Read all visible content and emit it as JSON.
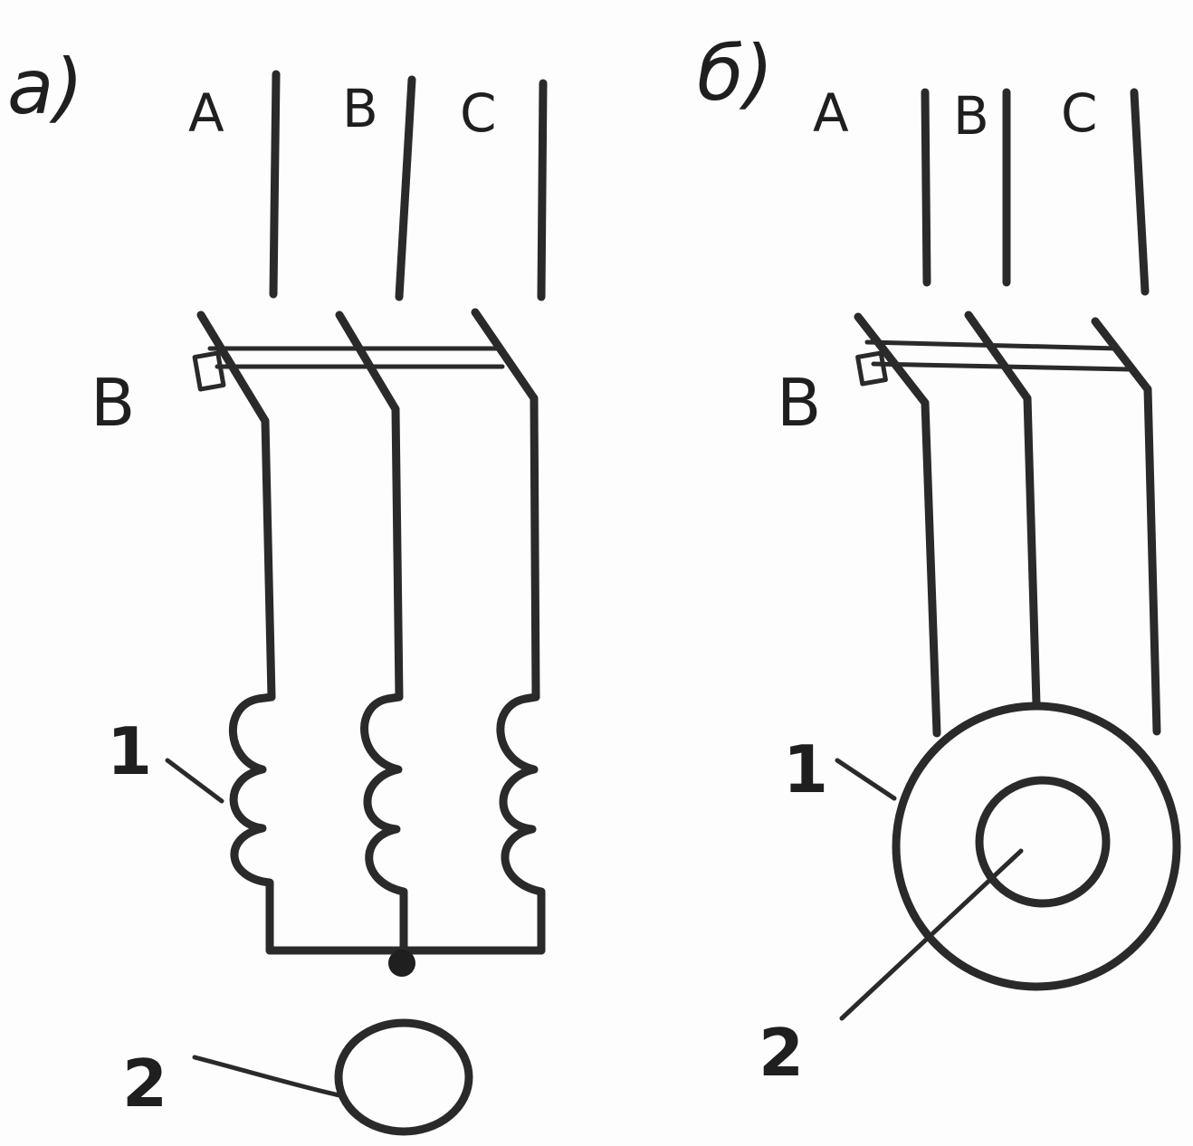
{
  "panel_a": {
    "label": "а)",
    "phases": [
      "A",
      "B",
      "C"
    ],
    "switch_label": "В",
    "callout_1": "1",
    "callout_2": "2"
  },
  "panel_b": {
    "label": "б)",
    "phases": [
      "A",
      "B",
      "C"
    ],
    "switch_label": "В",
    "callout_1": "1",
    "callout_2": "2"
  },
  "ink_color": "#2a2a2a",
  "paper_color": "#fdfdfd"
}
